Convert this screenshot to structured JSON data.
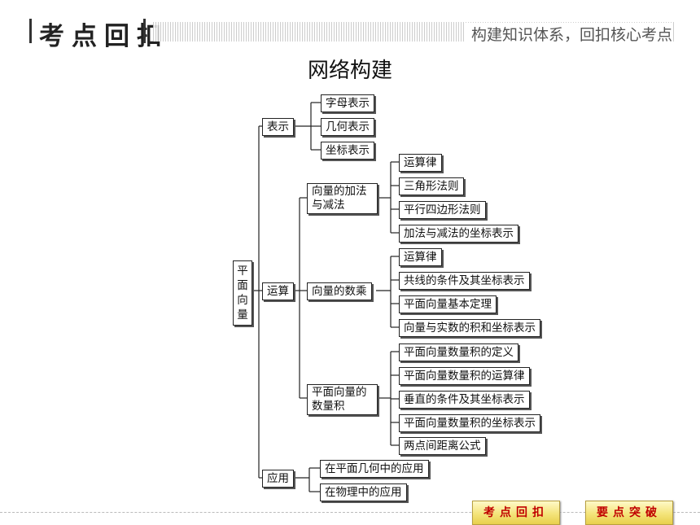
{
  "header": {
    "title": "考点回扣",
    "subtitle": "构建知识体系，回扣核心考点"
  },
  "page_title": "网络构建",
  "tree": {
    "root": "平面向量",
    "n_biaoshi": "表示",
    "n_zimu": "字母表示",
    "n_jihe": "几何表示",
    "n_zuobiao": "坐标表示",
    "n_yunsuan": "运算",
    "n_jiajian": "向量的加法与减法",
    "n_jj_lv": "运算律",
    "n_jj_sjx": "三角形法则",
    "n_jj_pxsbx": "平行四边形法则",
    "n_jj_zb": "加法与减法的坐标表示",
    "n_shucheng": "向量的数乘",
    "n_sc_lv": "运算律",
    "n_sc_gx": "共线的条件及其坐标表示",
    "n_sc_dl": "平面向量基本定理",
    "n_sc_ss": "向量与实数的积和坐标表示",
    "n_shuliangji": "平面向量的数量积",
    "n_slj_dy": "平面向量数量积的定义",
    "n_slj_lv": "平面向量数量积的运算律",
    "n_slj_cz": "垂直的条件及其坐标表示",
    "n_slj_zb": "平面向量数量积的坐标表示",
    "n_slj_jl": "两点间距离公式",
    "n_yingyong": "应用",
    "n_yy_jh": "在平面几何中的应用",
    "n_yy_wl": "在物理中的应用"
  },
  "footer": {
    "btn1": "考点回扣",
    "btn2": "要点突破"
  },
  "colors": {
    "footer_text": "#c00000",
    "footer_bg": "#f4e47a"
  }
}
